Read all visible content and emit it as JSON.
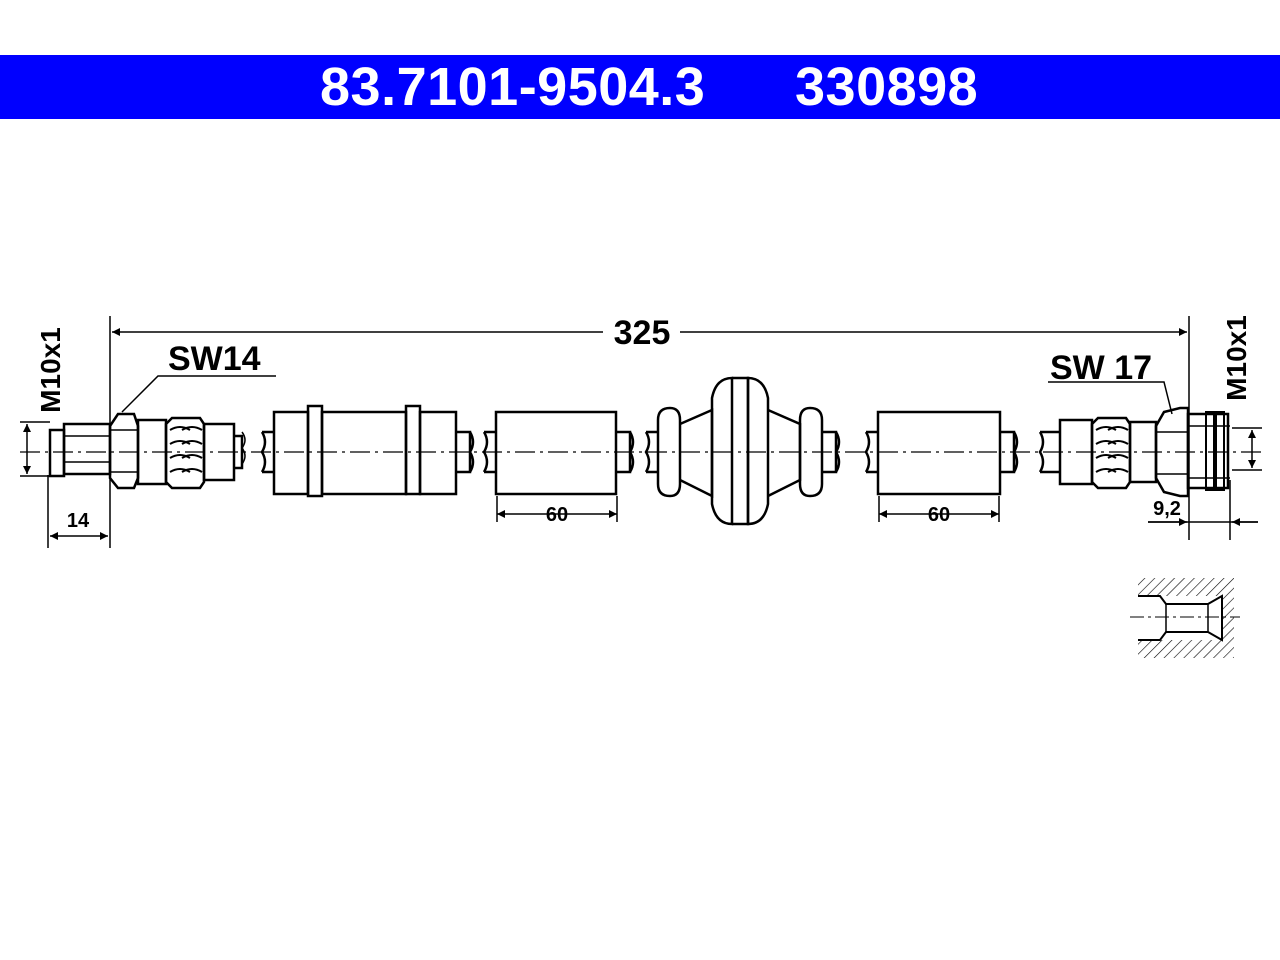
{
  "header": {
    "part_number": "83.7101-9504.3",
    "reference_number": "330898",
    "background_color": "#0000ff",
    "text_color": "#ffffff"
  },
  "dimensions": {
    "total_length": "325",
    "left_thread": "M10x1",
    "right_thread": "M10x1",
    "left_wrench_size": "SW14",
    "right_wrench_size": "SW 17",
    "left_end_length": "14",
    "right_end_length": "9,2",
    "sleeve_left_length": "60",
    "sleeve_right_length": "60"
  }
}
